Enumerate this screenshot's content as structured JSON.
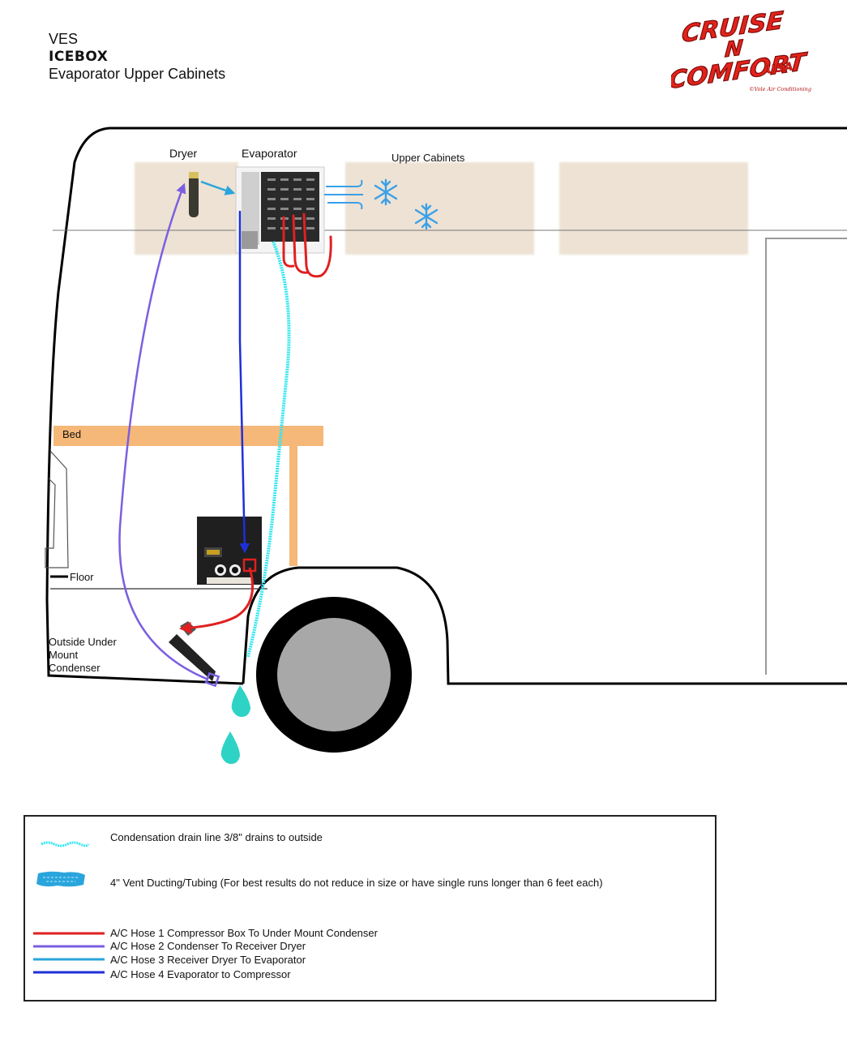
{
  "header": {
    "line1": "VES",
    "line2": "ICEBOX",
    "line3": "Evaporator Upper Cabinets"
  },
  "logo": {
    "line1": "CRUISE",
    "line2": "N",
    "line3": "COMFORT",
    "suffix": "USA",
    "tagline": "©Vole Air Conditioning Co.",
    "color": "#e2231a"
  },
  "labels": {
    "dryer": "Dryer",
    "evaporator": "Evaporator",
    "upper_cabinets": "Upper Cabinets",
    "bed": "Bed",
    "floor": "Floor",
    "condenser": "Outside Under Mount Condenser"
  },
  "legend": {
    "drain": "Condensation drain line 3/8\" drains to outside",
    "vent": "4\" Vent Ducting/Tubing (For best results do not reduce in size or have single runs longer than 6 feet each)",
    "hoses": [
      {
        "label": "A/C Hose 1 Compressor Box To Under Mount Condenser",
        "color": "#e02020"
      },
      {
        "label": "A/C Hose 2 Condenser To Receiver Dryer",
        "color": "#7b5fe0"
      },
      {
        "label": "A/C Hose 3 Receiver Dryer To Evaporator",
        "color": "#2aa5dc"
      },
      {
        "label": "A/C Hose 4 Evaporator to Compressor",
        "color": "#1f2fd8"
      }
    ]
  },
  "colors": {
    "cabinet": "#ede2d3",
    "bed": "#f5b878",
    "drain": "#33e6ef",
    "droplet": "#2ed3c6",
    "snowflake": "#3aa0e8",
    "tire": "#000000",
    "hub": "#a8a8a8"
  }
}
